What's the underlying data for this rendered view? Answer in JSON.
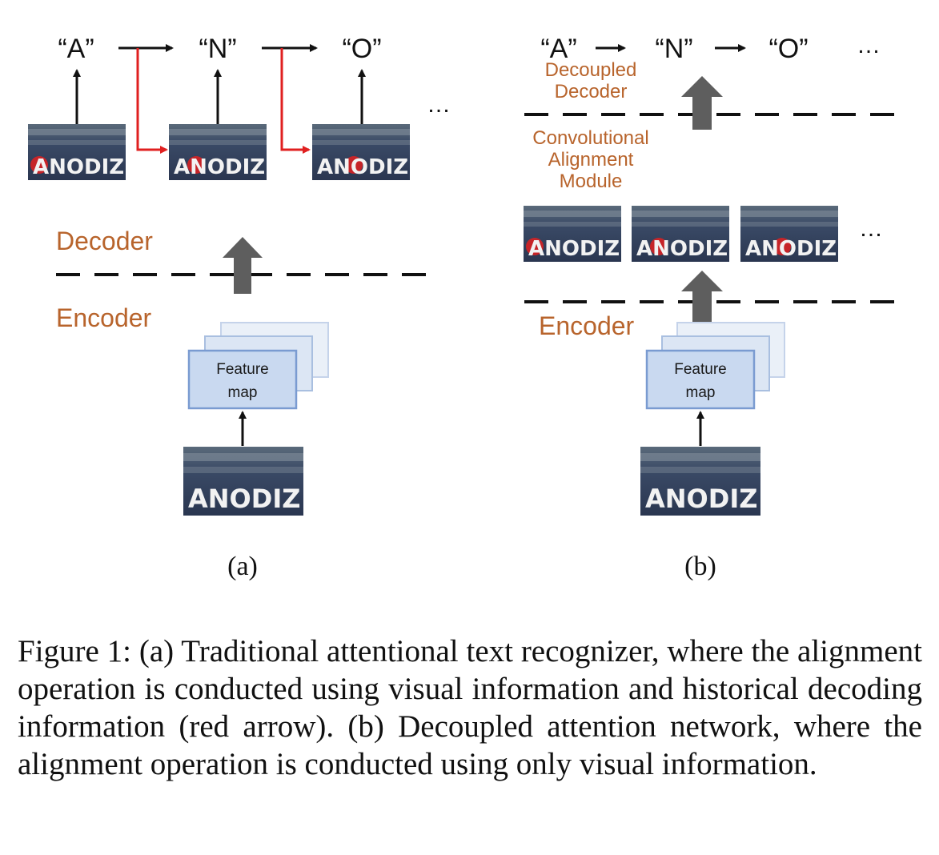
{
  "panel_a": {
    "tokens": [
      "“A”",
      "“N”",
      "“O”"
    ],
    "ellipsis": "…",
    "decoder_label": "Decoder",
    "encoder_label": "Encoder",
    "feature_map": [
      "Feature",
      "map"
    ],
    "image_word": "ANODIZ",
    "sublabel": "(a)",
    "history_arrow_color": "#e02020"
  },
  "panel_b": {
    "tokens": [
      "“A”",
      "“N”",
      "“O”"
    ],
    "ellipsis_top": "…",
    "ellipsis_mid": "…",
    "decoder_label": [
      "Decoupled",
      "Decoder"
    ],
    "cam_label": [
      "Convolutional",
      "Alignment",
      "Module"
    ],
    "encoder_label": "Encoder",
    "feature_map": [
      "Feature",
      "map"
    ],
    "image_word": "ANODIZ",
    "sublabel": "(b)"
  },
  "caption": "Figure 1: (a) Traditional attentional text recognizer, where the alignment operation is conducted using visual information and historical decoding information (red arrow). (b) Decoupled attention network, where the alignment operation is conducted using only visual information.",
  "colors": {
    "label_orange": "#b8642c",
    "feature_map_fill": "#c9d9f0",
    "feature_map_stroke": "#7a9bd1",
    "big_arrow": "#5e5e5e",
    "highlight_red": "#e02020"
  }
}
